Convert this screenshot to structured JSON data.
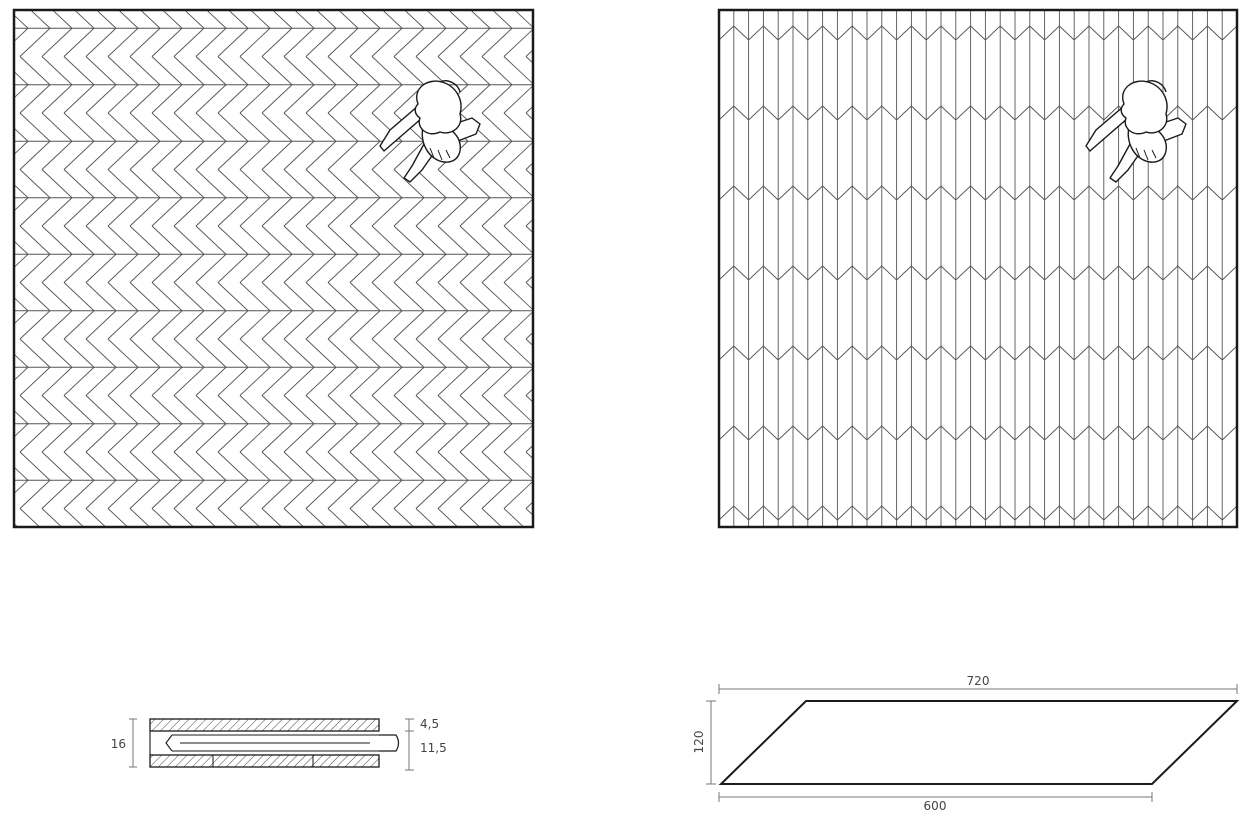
{
  "diagram": {
    "colors": {
      "ink": "#1a1a1a",
      "pattern": "#555555",
      "dim": "#777777",
      "hatch": "#444444"
    },
    "plan_left": {
      "pattern": "chevron-horizontal",
      "figure": "person-top-view"
    },
    "plan_right": {
      "pattern": "chevron-vertical",
      "figure": "person-top-view"
    },
    "section": {
      "total_thickness": "16",
      "top_layer": "4,5",
      "bottom_layer": "11,5"
    },
    "plank": {
      "length_top": "720",
      "length_bottom": "600",
      "width": "120"
    }
  }
}
